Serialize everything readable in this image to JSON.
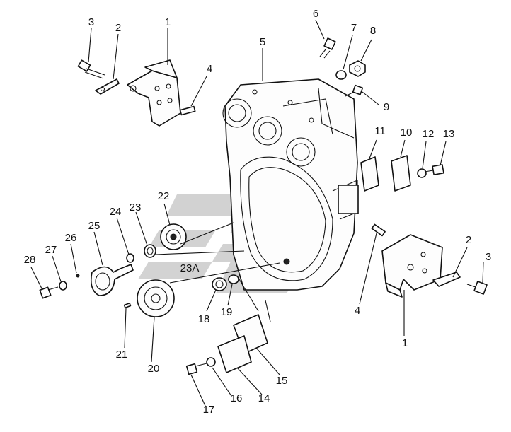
{
  "diagram": {
    "callouts": [
      "1",
      "2",
      "3",
      "4",
      "5",
      "6",
      "7",
      "8",
      "9",
      "10",
      "11",
      "12",
      "13",
      "14",
      "15",
      "16",
      "17",
      "18",
      "19",
      "20",
      "21",
      "22",
      "23",
      "23A",
      "24",
      "25",
      "26",
      "27",
      "28"
    ],
    "watermark_color": "#c8c8c8",
    "line_color": "#111111"
  }
}
